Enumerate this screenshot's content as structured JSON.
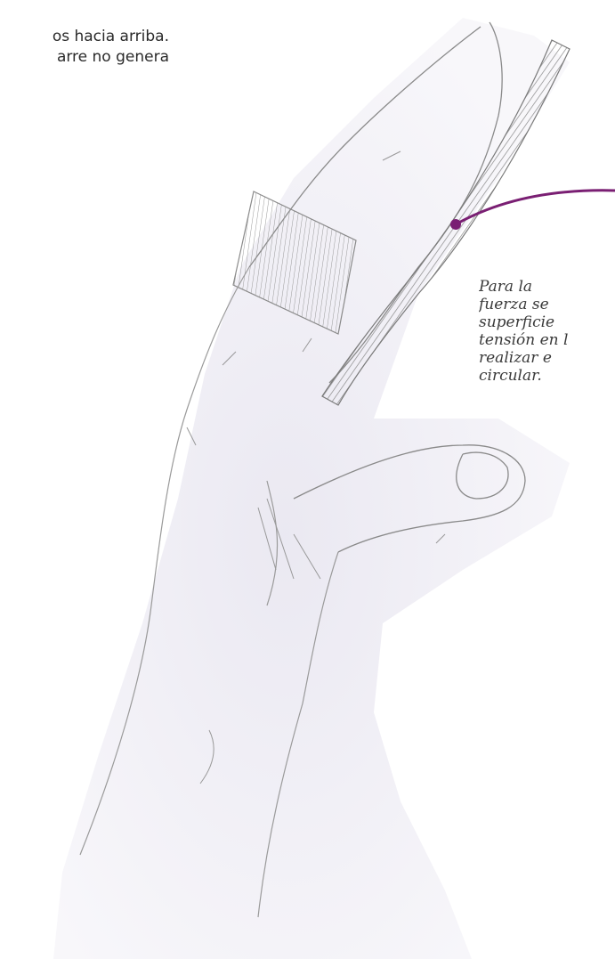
{
  "intro_text": {
    "line1": "os hacia arriba.",
    "line2": "arre no genera"
  },
  "annotation": {
    "lines": [
      "Para    la   ",
      "fuerza se ",
      "superficie ",
      "tensión en l",
      "realizar   e",
      "circular."
    ]
  },
  "colors": {
    "callout_line": "#7a1f73",
    "sketch_stroke": "#8a8a8a",
    "hand_shadow": "#e4e2ee"
  }
}
